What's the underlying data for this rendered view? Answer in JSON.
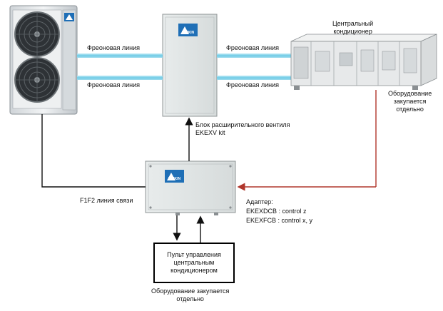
{
  "labels": {
    "freon_line": "Фреоновая линия",
    "ahu_title": "Центральный\nкондиционер",
    "ahu_note": "Оборудование\nзакупается\nотдельно",
    "exv_block": "Блок расширительного вентиля\nEKEXV kit",
    "f1f2_line": "F1F2 линия связи",
    "adapter_title": "Адаптер:",
    "adapter_dcb": "EKEXDCB : control  z",
    "adapter_fcb": "EKEXFCB : control x,  y",
    "controller": "Пульт управления\nцентральным\nкондиционером",
    "controller_note": "Оборудование закупается\nотдельно"
  },
  "logos": {
    "brand": "DAIKIN"
  },
  "colors": {
    "pipe": "#7fd4ec",
    "signal_line": "#b0362c",
    "wire": "#111111"
  }
}
